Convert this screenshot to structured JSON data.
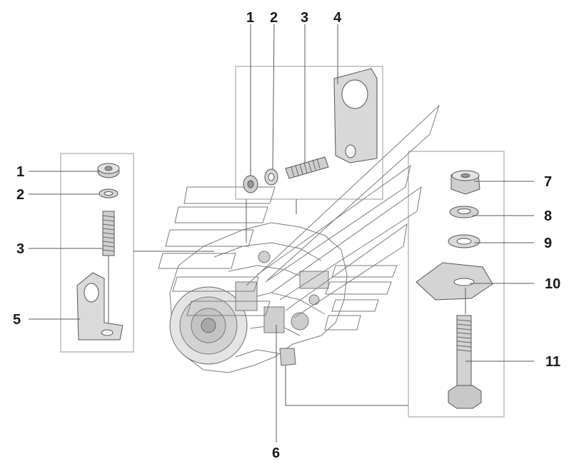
{
  "callouts": {
    "top_1": "1",
    "top_2": "2",
    "top_3": "3",
    "top_4": "4",
    "left_1": "1",
    "left_2": "2",
    "left_3": "3",
    "left_5": "5",
    "bottom_6": "6",
    "right_7": "7",
    "right_8": "8",
    "right_9": "9",
    "right_10": "10",
    "right_11": "11"
  },
  "colors": {
    "line": "#5a5a5a",
    "frame": "#9a9a9a",
    "part_fill": "#dcdcdc",
    "part_dark": "#b5b5b5",
    "text": "#1a1a1a"
  }
}
